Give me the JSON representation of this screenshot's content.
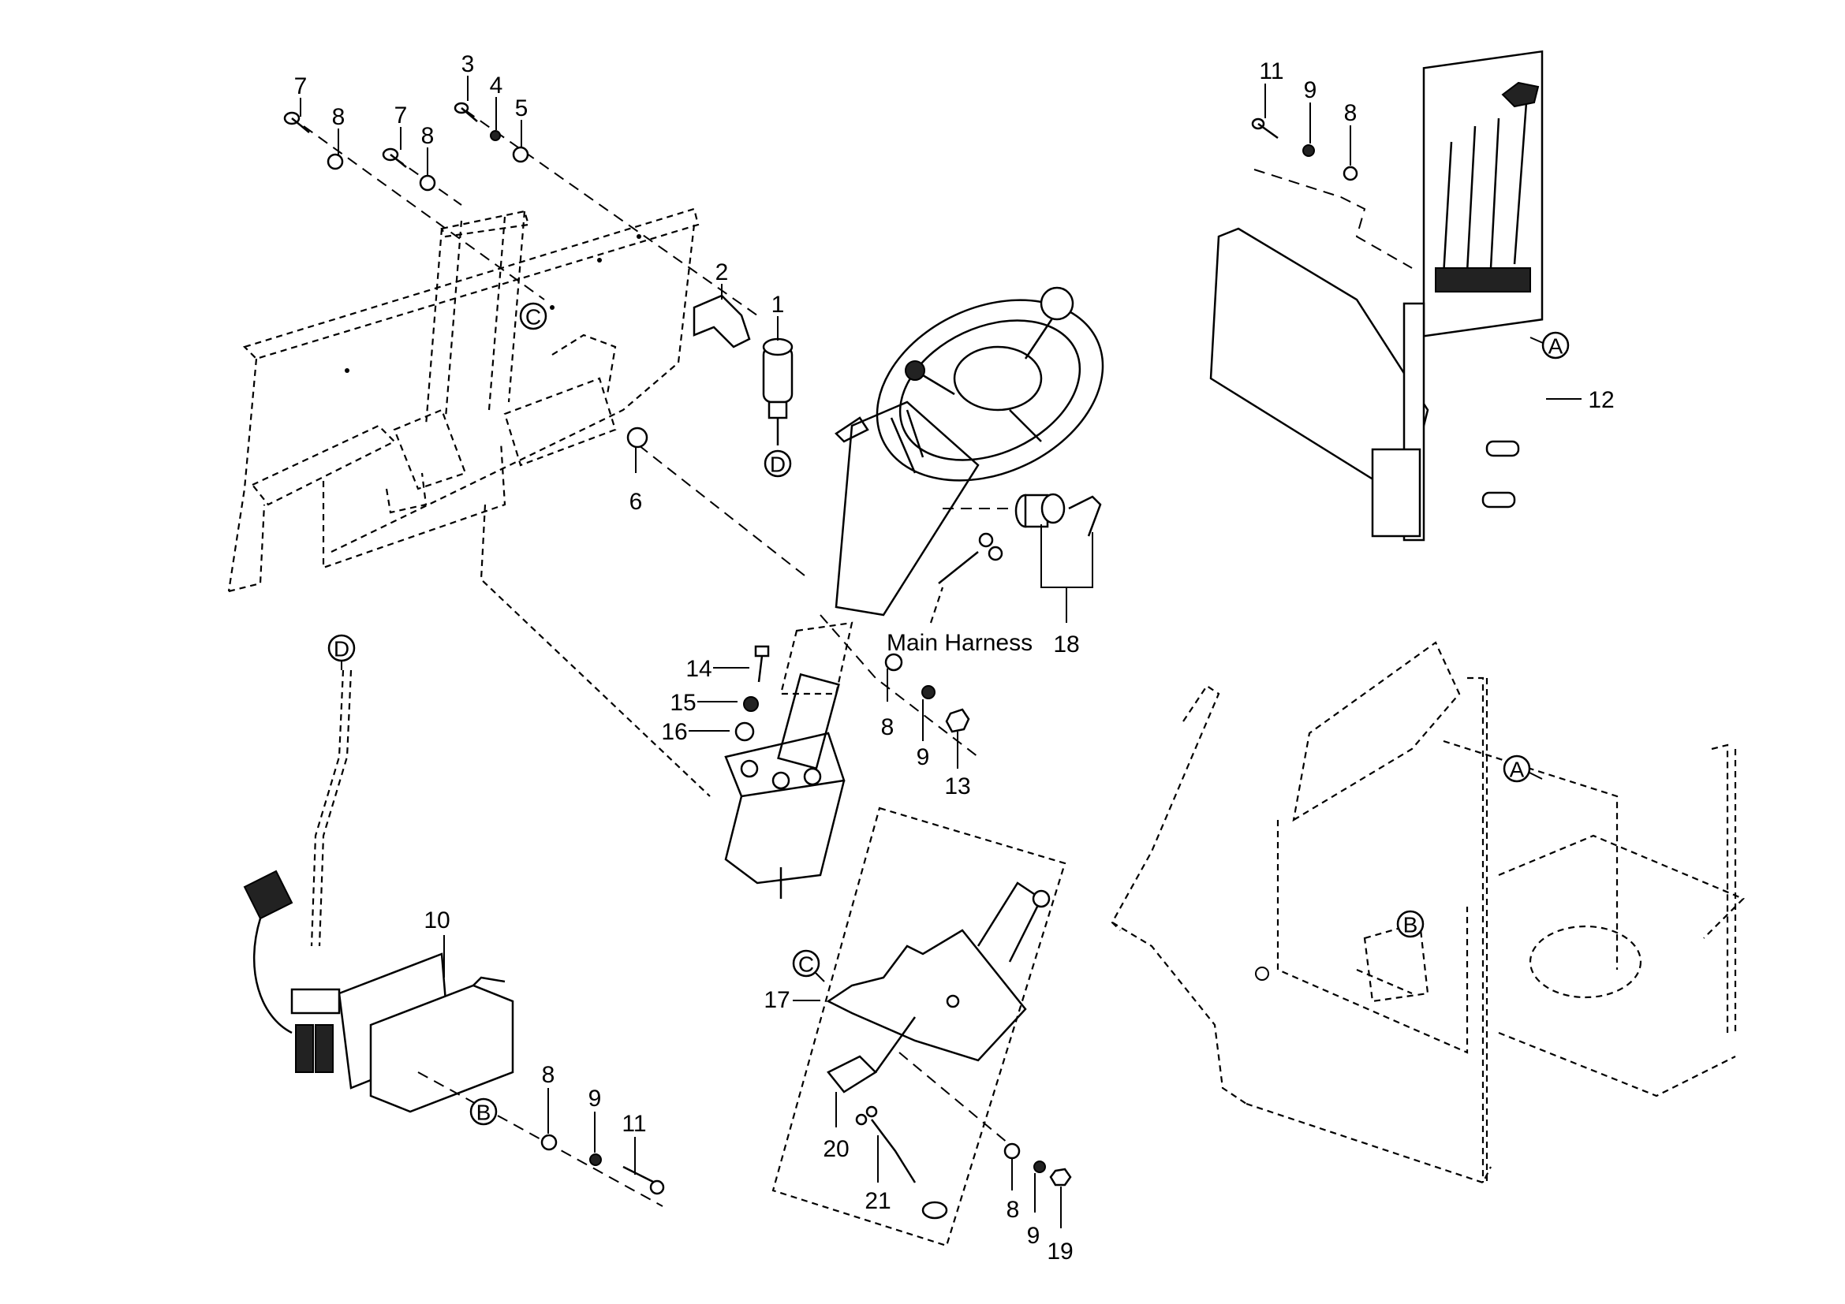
{
  "title": "Steering column, pedal and control valve assembly – exploded parts diagram",
  "callouts": [
    {
      "id": "c1",
      "label": "1"
    },
    {
      "id": "c2",
      "label": "2"
    },
    {
      "id": "c3",
      "label": "3"
    },
    {
      "id": "c4",
      "label": "4"
    },
    {
      "id": "c5",
      "label": "5"
    },
    {
      "id": "c6",
      "label": "6"
    },
    {
      "id": "c7a",
      "label": "7"
    },
    {
      "id": "c7b",
      "label": "7"
    },
    {
      "id": "c8a",
      "label": "8"
    },
    {
      "id": "c8b",
      "label": "8"
    },
    {
      "id": "c8c",
      "label": "8"
    },
    {
      "id": "c8d",
      "label": "8"
    },
    {
      "id": "c8e",
      "label": "8"
    },
    {
      "id": "c8f",
      "label": "8"
    },
    {
      "id": "c9a",
      "label": "9"
    },
    {
      "id": "c9b",
      "label": "9"
    },
    {
      "id": "c9c",
      "label": "9"
    },
    {
      "id": "c9d",
      "label": "9"
    },
    {
      "id": "c10",
      "label": "10"
    },
    {
      "id": "c11a",
      "label": "11"
    },
    {
      "id": "c11b",
      "label": "11"
    },
    {
      "id": "c12",
      "label": "12"
    },
    {
      "id": "c13",
      "label": "13"
    },
    {
      "id": "c14",
      "label": "14"
    },
    {
      "id": "c15",
      "label": "15"
    },
    {
      "id": "c16",
      "label": "16"
    },
    {
      "id": "c17",
      "label": "17"
    },
    {
      "id": "c18",
      "label": "18"
    },
    {
      "id": "c19",
      "label": "19"
    },
    {
      "id": "c20",
      "label": "20"
    },
    {
      "id": "c21",
      "label": "21"
    }
  ],
  "reference_markers": {
    "A_top": "A",
    "A_chassis": "A",
    "B_pedal": "B",
    "B_chassis": "B",
    "C_panel": "C",
    "C_bracket": "C",
    "D_horn": "D",
    "D_pedal": "D"
  },
  "annotations": {
    "main_harness": "Main Harness"
  }
}
